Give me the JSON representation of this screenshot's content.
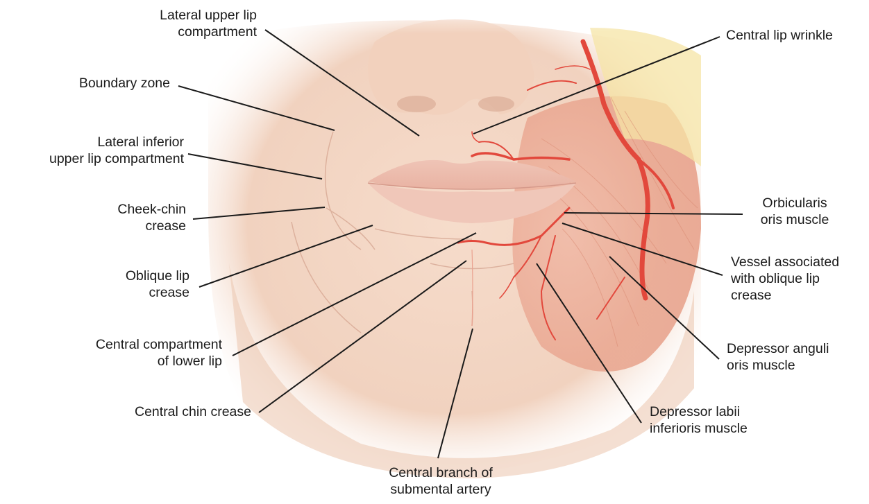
{
  "figure": {
    "labels": {
      "lateral_upper_lip": "Lateral upper lip\ncompartment",
      "boundary_zone": "Boundary zone",
      "lateral_inferior": "Lateral inferior\nupper lip compartment",
      "cheek_chin": "Cheek-chin\ncrease",
      "oblique_lip_crease": "Oblique lip\ncrease",
      "central_compartment": "Central compartment\nof lower lip",
      "central_chin_crease": "Central chin crease",
      "central_branch": "Central branch of\nsubmental artery",
      "central_lip_wrinkle": "Central lip wrinkle",
      "orbicularis": "Orbicularis\noris muscle",
      "vessel_oblique": "Vessel associated\nwith oblique lip\ncrease",
      "depressor_anguli": "Depressor anguli\noris muscle",
      "depressor_labii": "Depressor labii\ninferioris muscle"
    },
    "colors": {
      "skin": "#f4d9c8",
      "skin_shadow": "#e8bfa8",
      "lips": "#eec2b4",
      "muscle": "#e9a48f",
      "artery": "#e2483c",
      "fat": "#f6e4a6",
      "leader_line": "#1a1a1a"
    }
  }
}
